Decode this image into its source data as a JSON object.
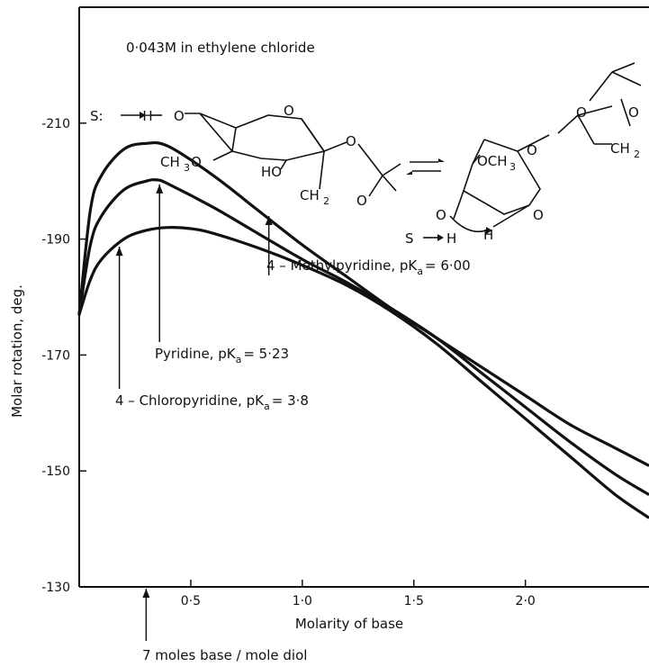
{
  "chart_data": {
    "type": "line",
    "title": "0·043M in ethylene chloride",
    "xlabel": "Molarity of base",
    "ylabel": "Molar rotation, deg.",
    "xlim": [
      0,
      2.55
    ],
    "ylim": [
      -130,
      -230
    ],
    "x_ticks": [
      {
        "value": 0.5,
        "label": "0·5"
      },
      {
        "value": 1.0,
        "label": "1·0"
      },
      {
        "value": 1.5,
        "label": "1·5"
      },
      {
        "value": 2.0,
        "label": "2·0"
      }
    ],
    "y_ticks": [
      {
        "value": -130,
        "label": "-130"
      },
      {
        "value": -150,
        "label": "-150"
      },
      {
        "value": -170,
        "label": "-170"
      },
      {
        "value": -190,
        "label": "-190"
      },
      {
        "value": -210,
        "label": "-210"
      }
    ],
    "grid": false,
    "series": [
      {
        "name": "4-Methylpyridine, pKa = 6·00",
        "x": [
          0,
          0.05,
          0.1,
          0.2,
          0.3,
          0.4,
          0.6,
          0.8,
          1.0,
          1.2,
          1.4,
          1.6,
          1.8,
          2.0,
          2.2,
          2.4,
          2.55
        ],
        "y": [
          -177,
          -195,
          -201,
          -205.5,
          -206.5,
          -206,
          -201,
          -195,
          -189,
          -183.5,
          -178,
          -173,
          -168,
          -163,
          -158,
          -154,
          -151
        ]
      },
      {
        "name": "Pyridine, pKa = 5·23",
        "x": [
          0,
          0.05,
          0.1,
          0.2,
          0.3,
          0.35,
          0.4,
          0.6,
          0.8,
          1.0,
          1.2,
          1.4,
          1.6,
          1.8,
          2.0,
          2.2,
          2.4,
          2.55
        ],
        "y": [
          -177,
          -189,
          -194,
          -198.5,
          -200,
          -200.2,
          -199.5,
          -195.5,
          -191,
          -186.5,
          -182.5,
          -178,
          -173,
          -167,
          -161,
          -155,
          -149.5,
          -146
        ]
      },
      {
        "name": "4-Chloropyridine, pKa = 3·8",
        "x": [
          0,
          0.05,
          0.1,
          0.2,
          0.3,
          0.4,
          0.5,
          0.6,
          0.8,
          1.0,
          1.2,
          1.4,
          1.6,
          1.8,
          2.0,
          2.2,
          2.4,
          2.55
        ],
        "y": [
          -177,
          -183,
          -186.5,
          -190,
          -191.5,
          -192,
          -191.8,
          -191,
          -188.5,
          -185.5,
          -182,
          -177.5,
          -172,
          -165.5,
          -159,
          -152.5,
          -146,
          -142
        ]
      }
    ],
    "annotations": {
      "methyl": {
        "line1": "4 – Methylpyridine, pK",
        "sub": "a",
        "line2": "= 6·00",
        "arrow_x": 0.85
      },
      "pyridine": {
        "line1": "Pyridine, pK",
        "sub": "a",
        "line2": "= 5·23",
        "arrow_x": 0.36
      },
      "chloro": {
        "line1": "4 – Chloropyridine, pK",
        "sub": "a",
        "line2": "= 3·8",
        "arrow_x": 0.18
      },
      "bottom_note": "7 moles base / mole diol",
      "bottom_arrow_x": 0.3
    },
    "structure_labels": {
      "left": {
        "donor": "S:",
        "h": "H",
        "o1": "O",
        "ring_o": "O",
        "ome": "CH",
        "ome_sub": "3",
        "ome_o": "O",
        "ho": "HO",
        "o2": "O",
        "ch2": "CH",
        "ch2_sub": "2",
        "o3": "O"
      },
      "right": {
        "o_top1": "O",
        "o_top2": "O",
        "ring_o": "O",
        "och3": "OCH",
        "och3_sub": "3",
        "ch2": "CH",
        "ch2_sub": "2",
        "o_low": "O",
        "o_hb": "O",
        "donor": "S",
        "h1": "H",
        "h2": "H"
      },
      "equilibrium": "⇄"
    }
  }
}
